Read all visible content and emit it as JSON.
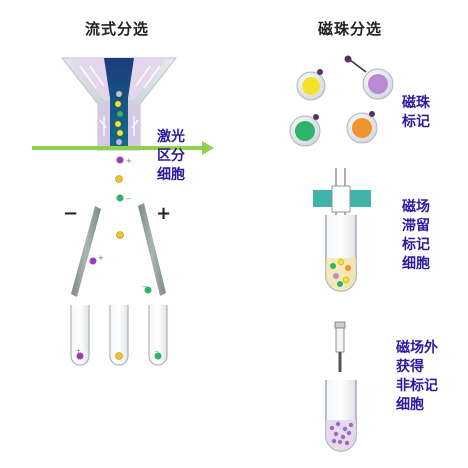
{
  "flow": {
    "title": "流式分选",
    "laser_label": [
      "激光",
      "区分",
      "细胞"
    ],
    "minus_sign": "−",
    "plus_sign": "+"
  },
  "magnetic": {
    "title": "磁珠分选",
    "label_step": [
      "磁珠",
      "标记"
    ],
    "retain_step": [
      "磁场",
      "滞留",
      "标记",
      "细胞"
    ],
    "collect_step": [
      "磁场外",
      "获得",
      "非标记",
      "细胞"
    ]
  },
  "colors": {
    "label_text": "#2a1a9e",
    "laser": "#8fd14f",
    "magnet": "#3fb3a9",
    "bead_yellow": "#f2e22a",
    "bead_purple": "#b98bd6",
    "bead_green": "#2fb36a",
    "bead_orange": "#f0922e"
  }
}
